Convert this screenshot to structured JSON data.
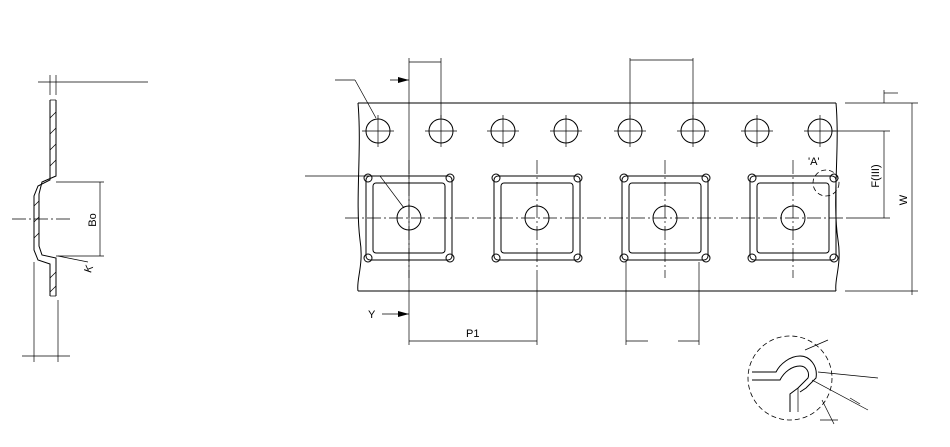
{
  "labels": {
    "bo": "Bo",
    "k": "K",
    "p1": "P1",
    "y": "Y",
    "w": "W",
    "f": "F(III)",
    "a": "'A'"
  }
}
